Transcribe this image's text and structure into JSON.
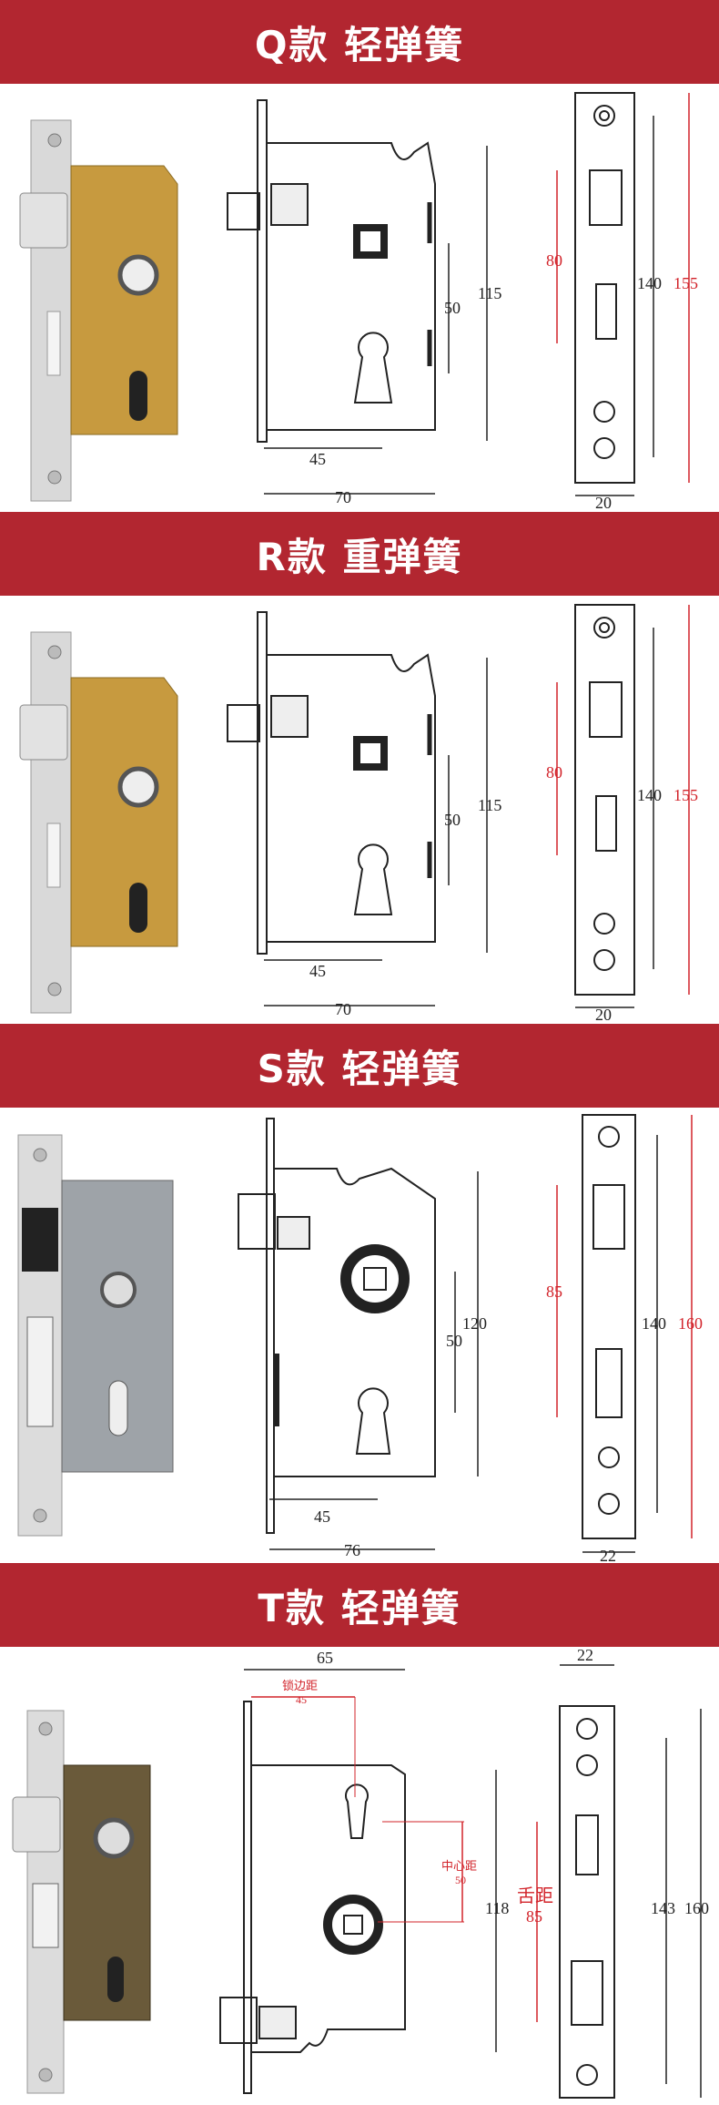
{
  "sections": [
    {
      "title": "Q款 轻弹簧",
      "body": "gold",
      "dims": {
        "width": "70",
        "backset": "45",
        "center": "50",
        "height": "115",
        "faceplate": "140",
        "faceplate_total": "155",
        "latch_pitch": "80",
        "plate_width": "20"
      }
    },
    {
      "title": "R款 重弹簧",
      "body": "gold",
      "dims": {
        "width": "70",
        "backset": "45",
        "center": "50",
        "height": "115",
        "faceplate": "140",
        "faceplate_total": "155",
        "latch_pitch": "80",
        "plate_width": "20"
      }
    },
    {
      "title": "S款 轻弹簧",
      "body": "silver",
      "dims": {
        "width": "76",
        "backset": "45",
        "center": "50",
        "height": "120",
        "faceplate": "140",
        "faceplate_total": "160",
        "latch_pitch": "85",
        "plate_width": "22"
      }
    },
    {
      "title": "T款 轻弹簧",
      "body": "bronze",
      "dims": {
        "width": "65",
        "backset_label": "锁边距",
        "backset": "45",
        "center_label": "中心距",
        "center": "50",
        "tongue_label": "舌距",
        "tongue": "85",
        "height": "118",
        "faceplate": "143",
        "faceplate_total": "160",
        "plate_width": "22"
      }
    }
  ],
  "colors": {
    "banner": "#b22630",
    "dim_red": "#d2232a",
    "line": "#222222"
  }
}
